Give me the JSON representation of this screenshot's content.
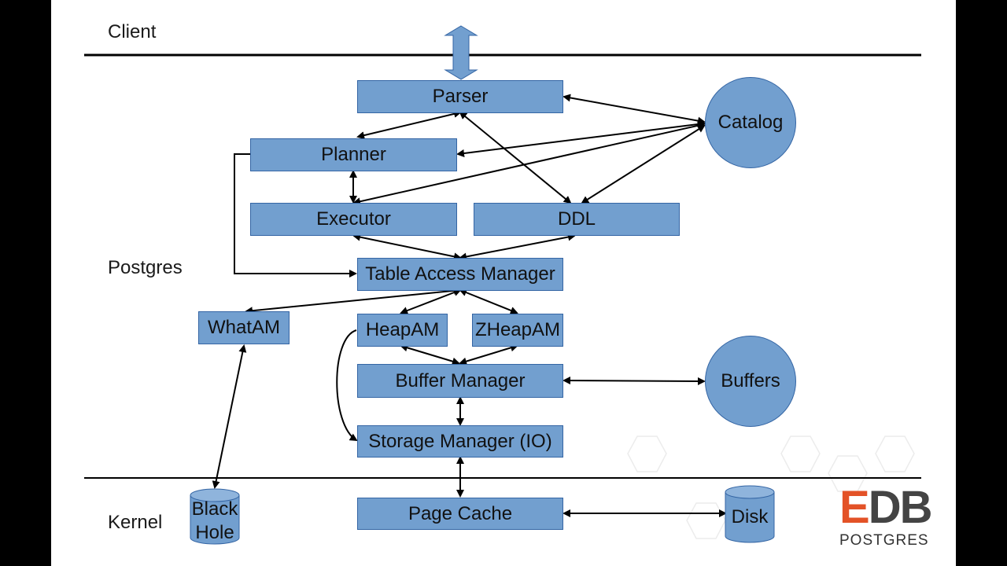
{
  "layers": {
    "client": "Client",
    "postgres": "Postgres",
    "kernel": "Kernel"
  },
  "components": {
    "parser": "Parser",
    "planner": "Planner",
    "executor": "Executor",
    "ddl": "DDL",
    "table_access_manager": "Table Access Manager",
    "whatam": "WhatAM",
    "heapam": "HeapAM",
    "zheapam": "ZHeapAM",
    "buffer_manager": "Buffer Manager",
    "storage_manager": "Storage Manager (IO)",
    "page_cache": "Page Cache",
    "catalog": "Catalog",
    "buffers": "Buffers",
    "black_hole_line1": "Black",
    "black_hole_line2": "Hole",
    "disk": "Disk"
  },
  "logo": {
    "brand": "EDB",
    "product": "POSTGRES"
  },
  "colors": {
    "box_fill": "#729fcf",
    "box_border": "#3465a4",
    "brand_accent": "#e35227"
  }
}
